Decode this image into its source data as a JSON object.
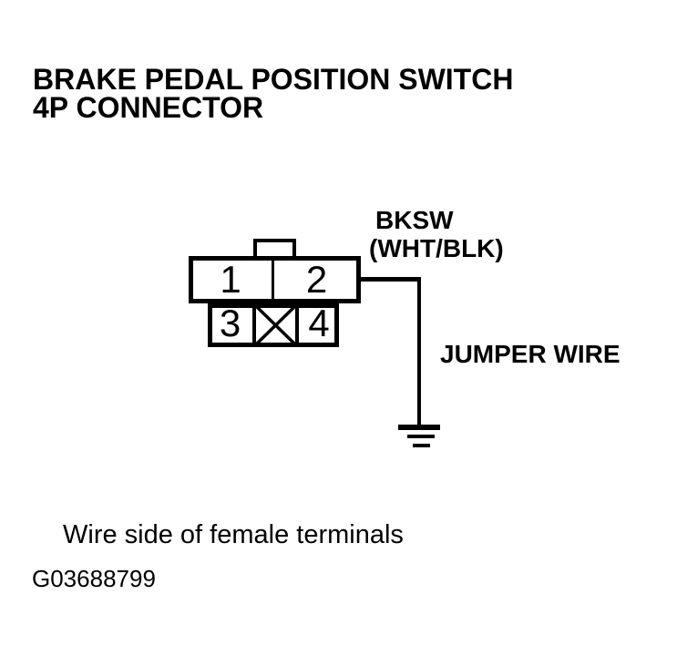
{
  "colors": {
    "background": "#ffffff",
    "ink": "#000000"
  },
  "title": {
    "line1": "BRAKE PEDAL POSITION SWITCH",
    "line2": "4P CONNECTOR"
  },
  "connector": {
    "terminals": [
      "1",
      "2",
      "3",
      "4"
    ],
    "signal_label": {
      "line1": "BKSW",
      "line2": "(WHT/BLK)"
    },
    "jumper_label": "JUMPER WIRE"
  },
  "caption": "Wire side of female terminals",
  "figure_id": "G03688799"
}
